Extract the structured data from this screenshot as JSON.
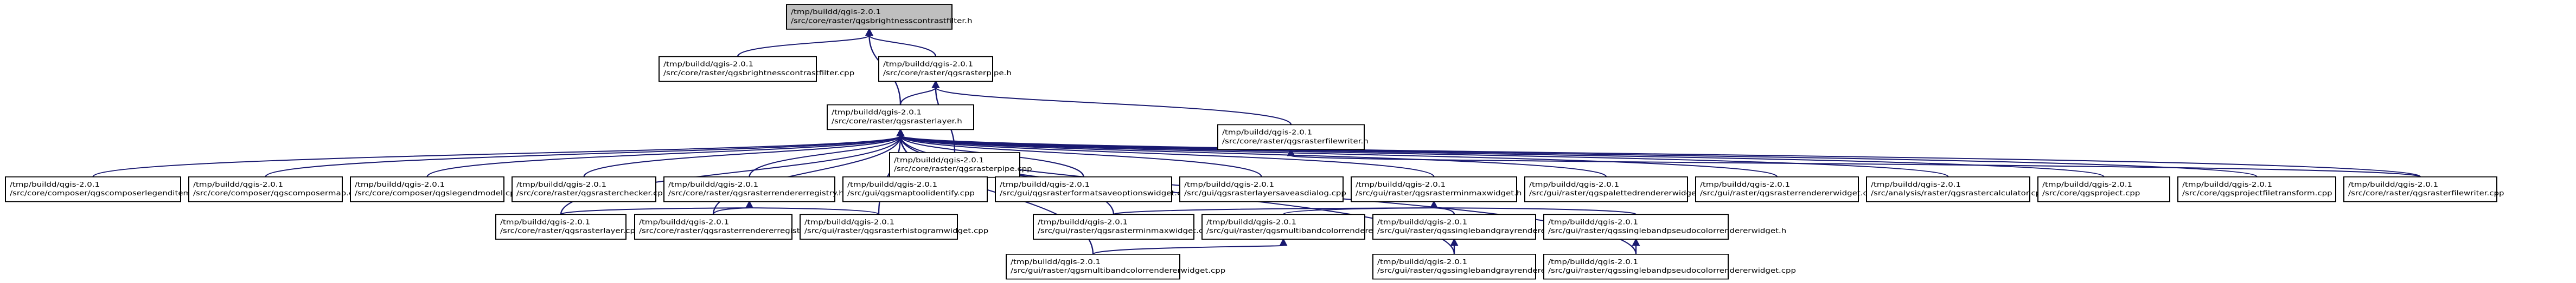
{
  "diagram": {
    "type": "include-dependency-graph",
    "colors": {
      "edge": "#191970",
      "root_fill": "#bfbfbf",
      "node_fill": "#ffffff",
      "border": "#000000"
    },
    "nodes": [
      {
        "id": "n0",
        "lines": [
          "/tmp/buildd/qgis-2.0.1",
          "/src/core/raster/qgsbrightnesscontrastfilter.h"
        ]
      },
      {
        "id": "n1",
        "lines": [
          "/tmp/buildd/qgis-2.0.1",
          "/src/core/raster/qgsbrightnesscontrastfilter.cpp"
        ]
      },
      {
        "id": "n2",
        "lines": [
          "/tmp/buildd/qgis-2.0.1",
          "/src/core/raster/qgsrasterpipe.h"
        ]
      },
      {
        "id": "n3",
        "lines": [
          "/tmp/buildd/qgis-2.0.1",
          "/src/core/raster/qgsrasterlayer.h"
        ]
      },
      {
        "id": "n4",
        "lines": [
          "/tmp/buildd/qgis-2.0.1",
          "/src/core/raster/qgsrasterpipe.cpp"
        ]
      },
      {
        "id": "n5",
        "lines": [
          "/tmp/buildd/qgis-2.0.1",
          "/src/core/raster/qgsrasterfilewriter.h"
        ]
      },
      {
        "id": "n6",
        "lines": [
          "/tmp/buildd/qgis-2.0.1",
          "/src/core/composer/qgscomposerlegenditem.cpp"
        ]
      },
      {
        "id": "n7",
        "lines": [
          "/tmp/buildd/qgis-2.0.1",
          "/src/core/composer/qgscomposermap.cpp"
        ]
      },
      {
        "id": "n8",
        "lines": [
          "/tmp/buildd/qgis-2.0.1",
          "/src/core/composer/qgslegendmodel.cpp"
        ]
      },
      {
        "id": "n9",
        "lines": [
          "/tmp/buildd/qgis-2.0.1",
          "/src/core/raster/qgsrasterchecker.cpp"
        ]
      },
      {
        "id": "n10",
        "lines": [
          "/tmp/buildd/qgis-2.0.1",
          "/src/core/raster/qgsrasterrendererregistry.h"
        ]
      },
      {
        "id": "n11",
        "lines": [
          "/tmp/buildd/qgis-2.0.1",
          "/src/gui/qgsmaptoolidentify.cpp"
        ]
      },
      {
        "id": "n12",
        "lines": [
          "/tmp/buildd/qgis-2.0.1",
          "/src/gui/qgsrasterformatsaveoptionswidget.cpp"
        ]
      },
      {
        "id": "n13",
        "lines": [
          "/tmp/buildd/qgis-2.0.1",
          "/src/gui/qgsrasterlayersaveasdialog.cpp"
        ]
      },
      {
        "id": "n14",
        "lines": [
          "/tmp/buildd/qgis-2.0.1",
          "/src/gui/raster/qgsrasterminmaxwidget.h"
        ]
      },
      {
        "id": "n15",
        "lines": [
          "/tmp/buildd/qgis-2.0.1",
          "/src/gui/raster/qgspalettedrendererwidget.cpp"
        ]
      },
      {
        "id": "n16",
        "lines": [
          "/tmp/buildd/qgis-2.0.1",
          "/src/gui/raster/qgsrasterrendererwidget.cpp"
        ]
      },
      {
        "id": "n17",
        "lines": [
          "/tmp/buildd/qgis-2.0.1",
          "/src/analysis/raster/qgsrastercalculator.cpp"
        ]
      },
      {
        "id": "n18",
        "lines": [
          "/tmp/buildd/qgis-2.0.1",
          "/src/core/qgsproject.cpp"
        ]
      },
      {
        "id": "n19",
        "lines": [
          "/tmp/buildd/qgis-2.0.1",
          "/src/core/qgsprojectfiletransform.cpp"
        ]
      },
      {
        "id": "n20",
        "lines": [
          "/tmp/buildd/qgis-2.0.1",
          "/src/core/raster/qgsrasterfilewriter.cpp"
        ]
      },
      {
        "id": "n21",
        "lines": [
          "/tmp/buildd/qgis-2.0.1",
          "/src/core/raster/qgsrasterlayer.cpp"
        ]
      },
      {
        "id": "n22",
        "lines": [
          "/tmp/buildd/qgis-2.0.1",
          "/src/core/raster/qgsrasterrendererregistry.cpp"
        ]
      },
      {
        "id": "n23",
        "lines": [
          "/tmp/buildd/qgis-2.0.1",
          "/src/gui/raster/qgsrasterhistogramwidget.cpp"
        ]
      },
      {
        "id": "n24",
        "lines": [
          "/tmp/buildd/qgis-2.0.1",
          "/src/gui/raster/qgsrasterminmaxwidget.cpp"
        ]
      },
      {
        "id": "n25",
        "lines": [
          "/tmp/buildd/qgis-2.0.1",
          "/src/gui/raster/qgsmultibandcolorrendererwidget.h"
        ]
      },
      {
        "id": "n26",
        "lines": [
          "/tmp/buildd/qgis-2.0.1",
          "/src/gui/raster/qgssinglebandgrayrendererwidget.h"
        ]
      },
      {
        "id": "n27",
        "lines": [
          "/tmp/buildd/qgis-2.0.1",
          "/src/gui/raster/qgssinglebandpseudocolorrendererwidget.h"
        ]
      },
      {
        "id": "n28",
        "lines": [
          "/tmp/buildd/qgis-2.0.1",
          "/src/gui/raster/qgsmultibandcolorrendererwidget.cpp"
        ]
      },
      {
        "id": "n29",
        "lines": [
          "/tmp/buildd/qgis-2.0.1",
          "/src/gui/raster/qgssinglebandgrayrendererwidget.cpp"
        ]
      },
      {
        "id": "n30",
        "lines": [
          "/tmp/buildd/qgis-2.0.1",
          "/src/gui/raster/qgssinglebandpseudocolorrendererwidget.cpp"
        ]
      }
    ],
    "edges": [
      [
        "n0",
        "n1"
      ],
      [
        "n0",
        "n2"
      ],
      [
        "n0",
        "n3"
      ],
      [
        "n2",
        "n3"
      ],
      [
        "n2",
        "n4"
      ],
      [
        "n2",
        "n5"
      ],
      [
        "n3",
        "n6"
      ],
      [
        "n3",
        "n7"
      ],
      [
        "n3",
        "n8"
      ],
      [
        "n3",
        "n9"
      ],
      [
        "n3",
        "n10"
      ],
      [
        "n3",
        "n11"
      ],
      [
        "n3",
        "n12"
      ],
      [
        "n3",
        "n13"
      ],
      [
        "n3",
        "n14"
      ],
      [
        "n3",
        "n15"
      ],
      [
        "n3",
        "n16"
      ],
      [
        "n3",
        "n17"
      ],
      [
        "n3",
        "n18"
      ],
      [
        "n3",
        "n19"
      ],
      [
        "n3",
        "n20"
      ],
      [
        "n3",
        "n21"
      ],
      [
        "n3",
        "n22"
      ],
      [
        "n3",
        "n23"
      ],
      [
        "n3",
        "n24"
      ],
      [
        "n3",
        "n28"
      ],
      [
        "n3",
        "n29"
      ],
      [
        "n3",
        "n30"
      ],
      [
        "n5",
        "n20"
      ],
      [
        "n10",
        "n21"
      ],
      [
        "n10",
        "n22"
      ],
      [
        "n10",
        "n23"
      ],
      [
        "n14",
        "n24"
      ],
      [
        "n14",
        "n25"
      ],
      [
        "n14",
        "n26"
      ],
      [
        "n14",
        "n27"
      ],
      [
        "n25",
        "n28"
      ],
      [
        "n26",
        "n29"
      ],
      [
        "n27",
        "n30"
      ]
    ]
  }
}
